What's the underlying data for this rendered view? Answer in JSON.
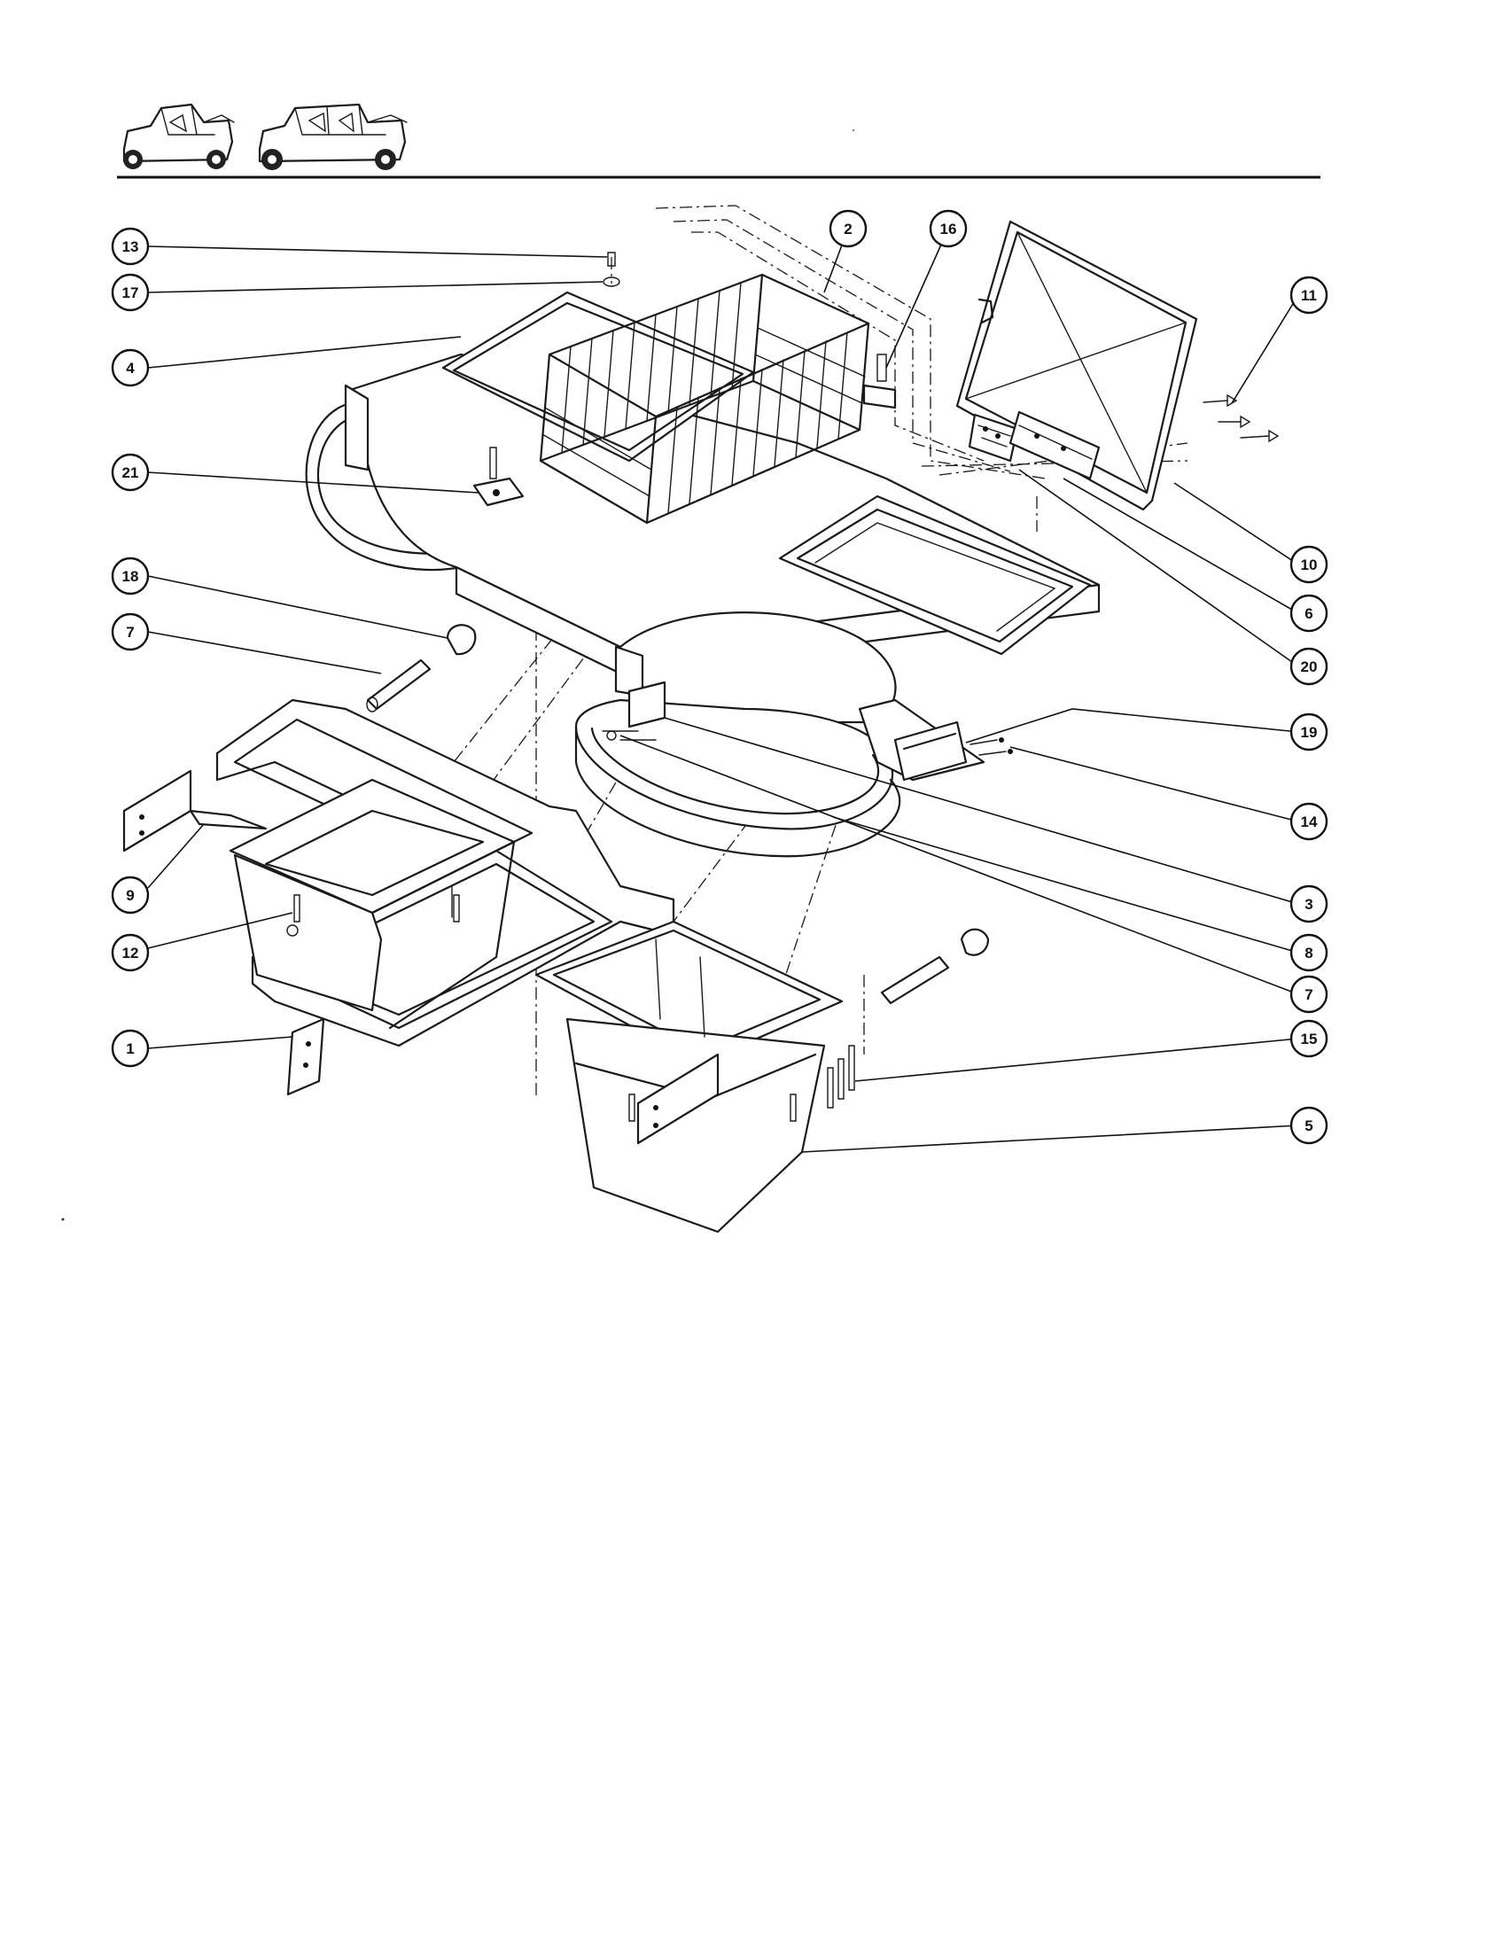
{
  "header": {
    "vehicle_icons": [
      "two-seat-vehicle-icon",
      "four-seat-vehicle-icon"
    ]
  },
  "diagram": {
    "callouts": [
      {
        "id": "13",
        "label": "13"
      },
      {
        "id": "17",
        "label": "17"
      },
      {
        "id": "4",
        "label": "4"
      },
      {
        "id": "21",
        "label": "21"
      },
      {
        "id": "18",
        "label": "18"
      },
      {
        "id": "7a",
        "label": "7"
      },
      {
        "id": "9",
        "label": "9"
      },
      {
        "id": "12",
        "label": "12"
      },
      {
        "id": "1",
        "label": "1"
      },
      {
        "id": "2",
        "label": "2"
      },
      {
        "id": "16",
        "label": "16"
      },
      {
        "id": "11",
        "label": "11"
      },
      {
        "id": "10",
        "label": "10"
      },
      {
        "id": "6",
        "label": "6"
      },
      {
        "id": "20",
        "label": "20"
      },
      {
        "id": "19",
        "label": "19"
      },
      {
        "id": "14",
        "label": "14"
      },
      {
        "id": "3",
        "label": "3"
      },
      {
        "id": "8",
        "label": "8"
      },
      {
        "id": "7b",
        "label": "7"
      },
      {
        "id": "15",
        "label": "15"
      },
      {
        "id": "5",
        "label": "5"
      }
    ]
  }
}
